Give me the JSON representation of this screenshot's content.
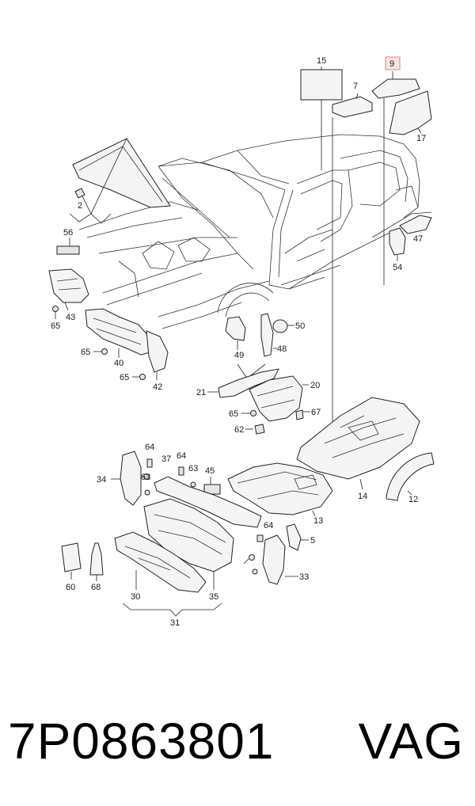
{
  "diagram": {
    "callouts": {
      "c2": "2",
      "c5": "5",
      "c7": "7",
      "c9": "9",
      "c12": "12",
      "c13": "13",
      "c14": "14",
      "c15": "15",
      "c17": "17",
      "c20": "20",
      "c21": "21",
      "c30": "30",
      "c31": "31",
      "c33": "33",
      "c34": "34",
      "c35": "35",
      "c37": "37",
      "c40": "40",
      "c42": "42",
      "c43": "43",
      "c45": "45",
      "c47": "47",
      "c48": "48",
      "c49": "49",
      "c50": "50",
      "c54": "54",
      "c56": "56",
      "c60": "60",
      "c62": "62",
      "c63a": "63",
      "c63b": "63",
      "c64a": "64",
      "c64b": "64",
      "c64c": "64",
      "c65a": "65",
      "c65b": "65",
      "c65c": "65",
      "c65d": "65",
      "c67": "67",
      "c68": "68"
    },
    "highlighted_callout": "9",
    "highlight_color": "#fde3e3"
  },
  "footer": {
    "part_number": "7P0863801",
    "brand": "VAG"
  }
}
